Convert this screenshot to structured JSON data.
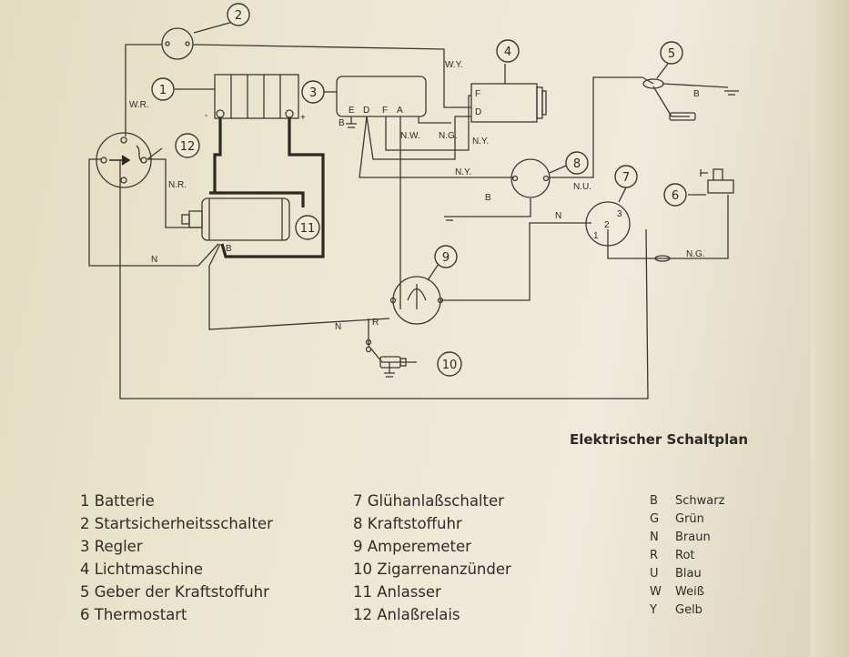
{
  "title": "Elektrischer Schaltplan",
  "components": [
    {
      "num": "1",
      "label": "Batterie"
    },
    {
      "num": "2",
      "label": "Startsicherheitsschalter"
    },
    {
      "num": "3",
      "label": "Regler"
    },
    {
      "num": "4",
      "label": "Lichtmaschine"
    },
    {
      "num": "5",
      "label": "Geber der Kraftstoffuhr"
    },
    {
      "num": "6",
      "label": "Thermostart"
    },
    {
      "num": "7",
      "label": "Glühanlaßschalter"
    },
    {
      "num": "8",
      "label": "Kraftstoffuhr"
    },
    {
      "num": "9",
      "label": "Amperemeter"
    },
    {
      "num": "10",
      "label": "Zigarrenanzünder"
    },
    {
      "num": "11",
      "label": "Anlasser"
    },
    {
      "num": "12",
      "label": "Anlaßrelais"
    }
  ],
  "color_codes": [
    {
      "code": "B",
      "name": "Schwarz"
    },
    {
      "code": "G",
      "name": "Grün"
    },
    {
      "code": "N",
      "name": "Braun"
    },
    {
      "code": "R",
      "name": "Rot"
    },
    {
      "code": "U",
      "name": "Blau"
    },
    {
      "code": "W",
      "name": "Weiß"
    },
    {
      "code": "Y",
      "name": "Gelb"
    }
  ],
  "wire_labels": {
    "wy": "W.Y.",
    "wr": "W.R.",
    "nr": "N.R.",
    "nw": "N.W.",
    "ng_reg": "N.G.",
    "ny_reg": "N.Y.",
    "ny_fuel": "N.Y.",
    "nu": "N.U.",
    "b_sender": "B",
    "b_fuel": "B",
    "n_glow": "N",
    "ng_thermo": "N.G.",
    "n_left": "N",
    "b_starter": "B",
    "n_amm": "N",
    "r_amm": "R",
    "b_reg": "B"
  },
  "terminal_labels": {
    "reg_e": "E",
    "reg_d": "D",
    "reg_f": "F",
    "reg_a": "A",
    "gen_f": "F",
    "gen_d": "D",
    "bat_minus": "-",
    "bat_plus": "+",
    "sw_1": "1",
    "sw_2": "2",
    "sw_3": "3"
  }
}
